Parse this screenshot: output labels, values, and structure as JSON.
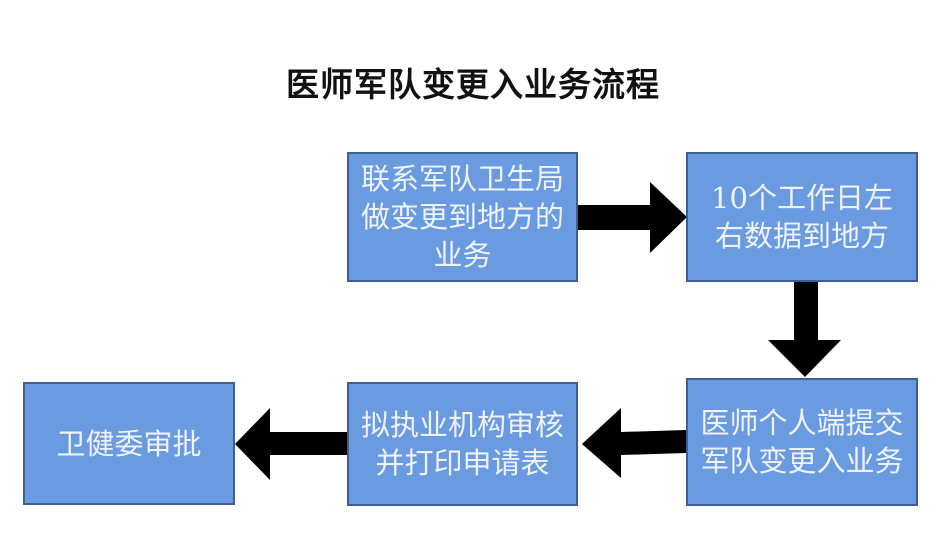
{
  "title": "医师军队变更入业务流程",
  "colors": {
    "box_fill": "#6a9ae0",
    "box_border": "#3d5f92",
    "arrow": "#000000"
  },
  "steps": [
    {
      "label": "联系军队卫生局做变更到地方的业务"
    },
    {
      "label": "10个工作日左右数据到地方"
    },
    {
      "label": "医师个人端提交军队变更入业务"
    },
    {
      "label": "拟执业机构审核并打印申请表"
    },
    {
      "label": "卫健委审批"
    }
  ]
}
